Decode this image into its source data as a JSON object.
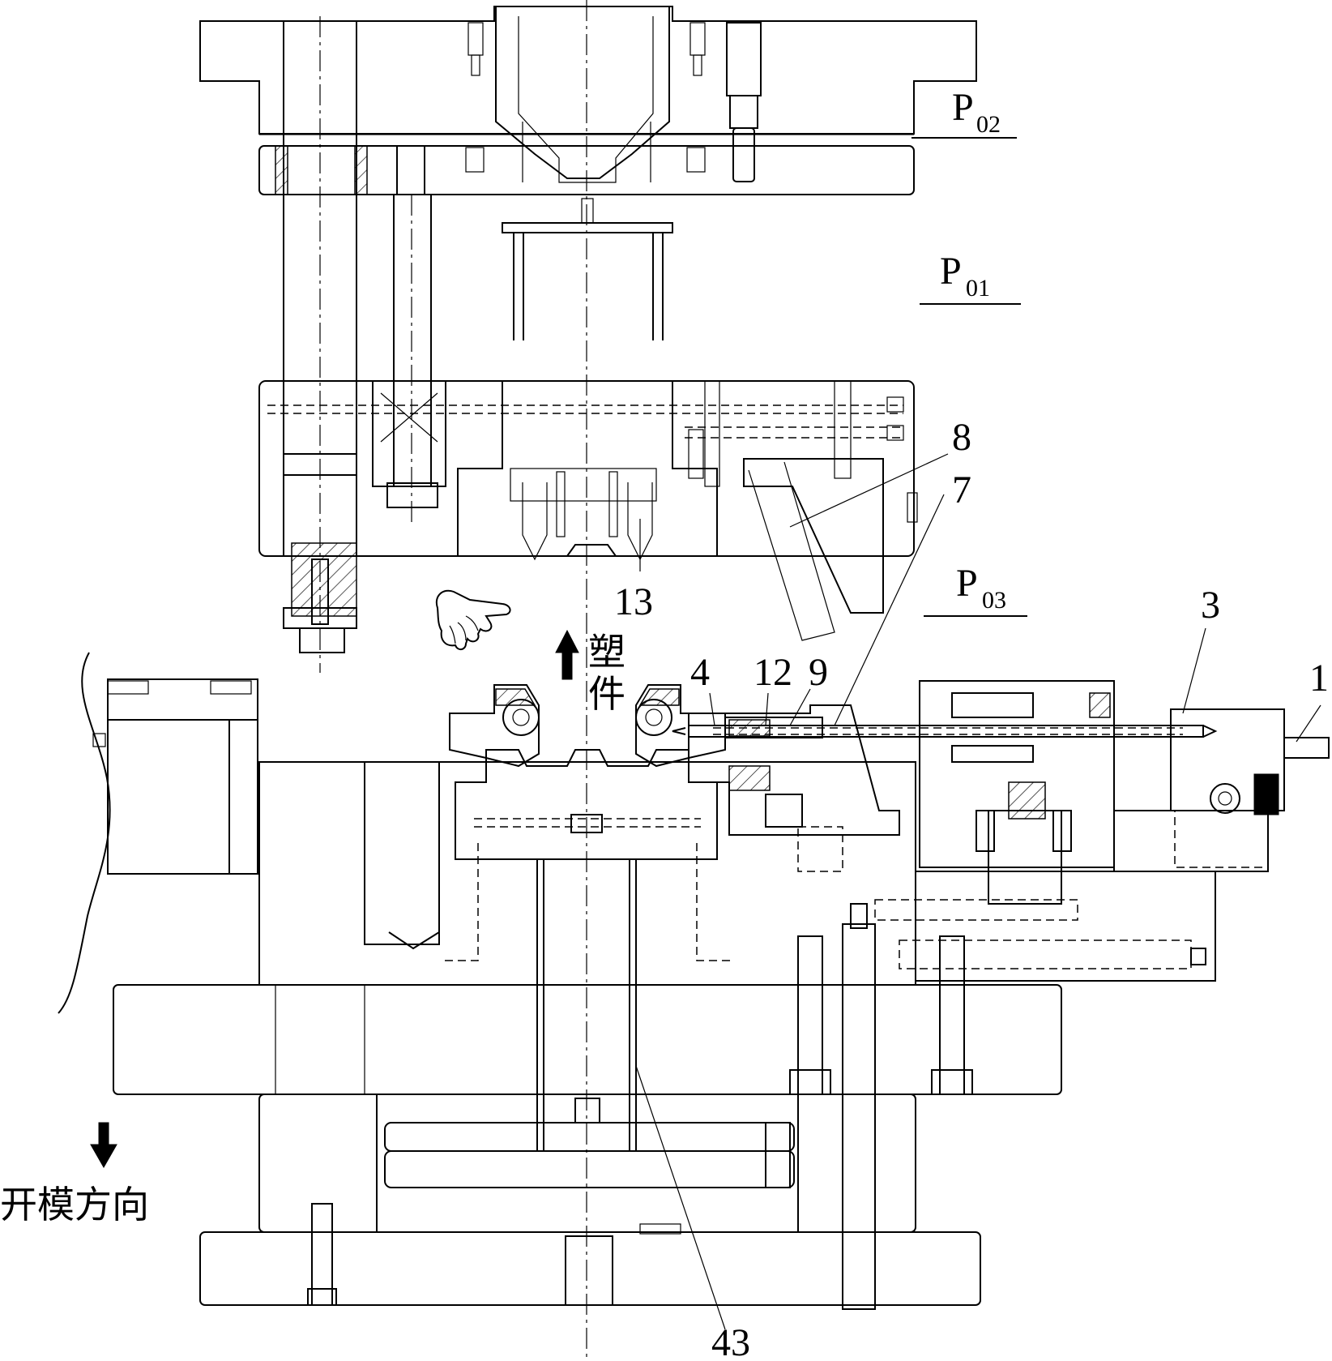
{
  "labels": {
    "p02": {
      "main": "P",
      "sub": "02"
    },
    "p01": {
      "main": "P",
      "sub": "01"
    },
    "p03": {
      "main": "P",
      "sub": "03"
    },
    "n8": "8",
    "n7": "7",
    "n13": "13",
    "n3": "3",
    "n1": "1",
    "n4": "4",
    "n12": "12",
    "n9": "9",
    "n43": "43",
    "part_char1": "塑",
    "part_char2": "件",
    "open_direction": "开模方向"
  },
  "icons": {
    "pointing_hand": "pointing-hand-icon",
    "up_arrow": "up-arrow-icon",
    "down_arrow": "down-arrow-icon"
  },
  "colors": {
    "line": "#000000",
    "background": "#ffffff"
  }
}
